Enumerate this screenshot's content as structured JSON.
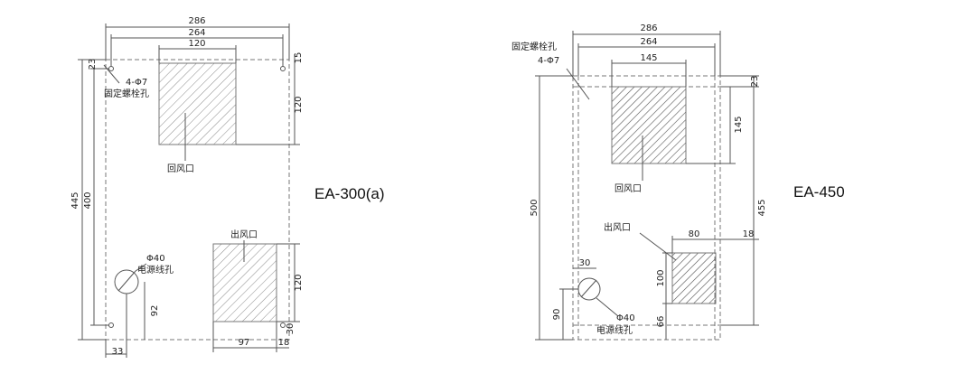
{
  "left_diagram": {
    "model": "EA-300(a)",
    "dims": {
      "w286": "286",
      "w264": "264",
      "w120": "120",
      "h445": "445",
      "h400": "400",
      "d23": "23",
      "d15": "15",
      "d120a": "120",
      "d120b": "120",
      "d92": "92",
      "d30": "30",
      "d33": "33",
      "d97": "97",
      "d18": "18"
    },
    "labels": {
      "bolt_spec": "4-Φ7",
      "bolt_hole": "固定螺栓孔",
      "return_air": "回风口",
      "supply_air": "出风口",
      "cable_dia": "Φ40",
      "cable_hole": "电源线孔"
    }
  },
  "right_diagram": {
    "model": "EA-450",
    "dims": {
      "w286": "286",
      "w264": "264",
      "w145": "145",
      "h500": "500",
      "h455": "455",
      "d23": "23",
      "d145": "145",
      "d80": "80",
      "d18": "18",
      "d100": "100",
      "d66": "66",
      "d30": "30",
      "d90": "90"
    },
    "labels": {
      "bolt_hole": "固定螺栓孔",
      "bolt_spec": "4-Φ7",
      "return_air": "回风口",
      "supply_air": "出风口",
      "cable_dia": "Φ40",
      "cable_hole": "电源线孔"
    }
  }
}
